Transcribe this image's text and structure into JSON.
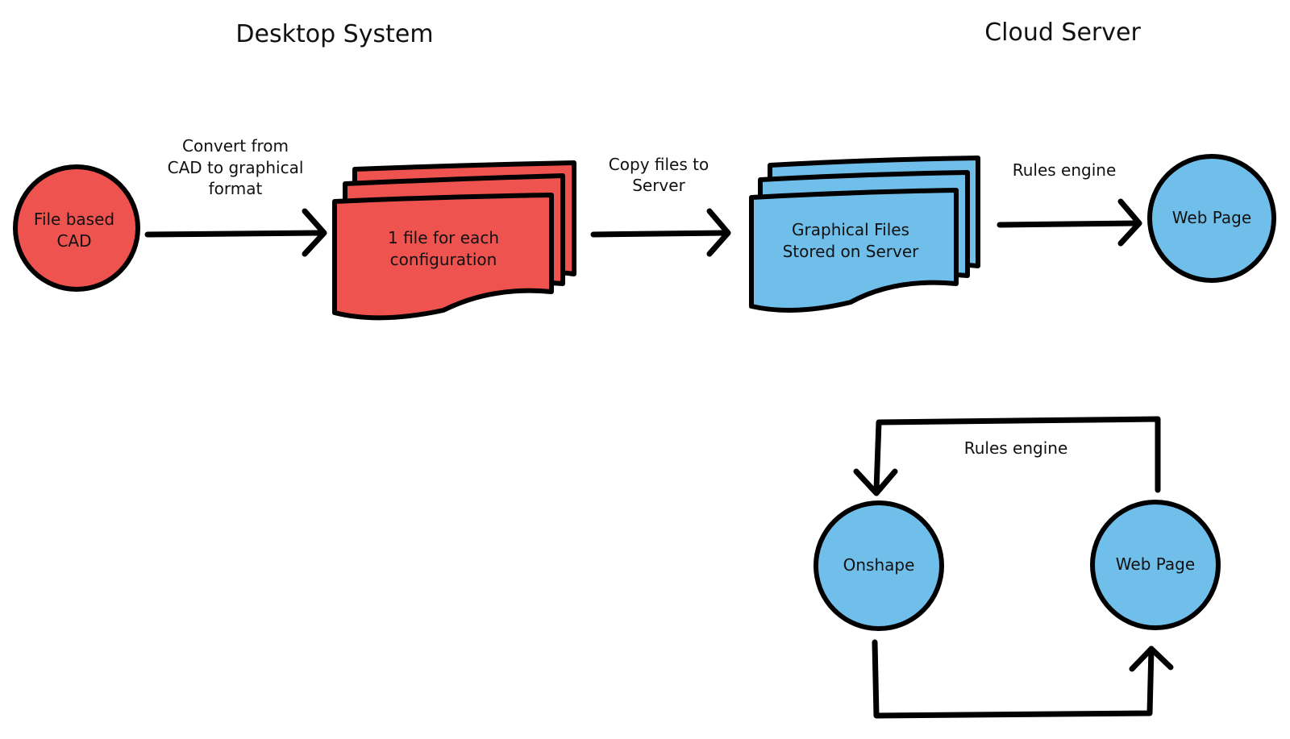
{
  "sections": {
    "desktop": "Desktop System",
    "cloud": "Cloud Server"
  },
  "colors": {
    "desktop_fill": "#ef5350",
    "cloud_fill": "#6fbfea",
    "stroke": "#000000"
  },
  "nodes": {
    "file_cad": [
      "File based",
      "CAD"
    ],
    "config_files": [
      "1 file for each",
      "configuration"
    ],
    "server_files": [
      "Graphical Files",
      "Stored on Server"
    ],
    "web_page_top": [
      "Web Page"
    ],
    "onshape": [
      "Onshape"
    ],
    "web_page_bottom": [
      "Web Page"
    ]
  },
  "edges": {
    "convert": [
      "Convert from",
      "CAD to graphical",
      "format"
    ],
    "copy": [
      "Copy files to",
      "Server"
    ],
    "rules_top": [
      "Rules engine"
    ],
    "rules_loop": [
      "Rules engine"
    ]
  }
}
